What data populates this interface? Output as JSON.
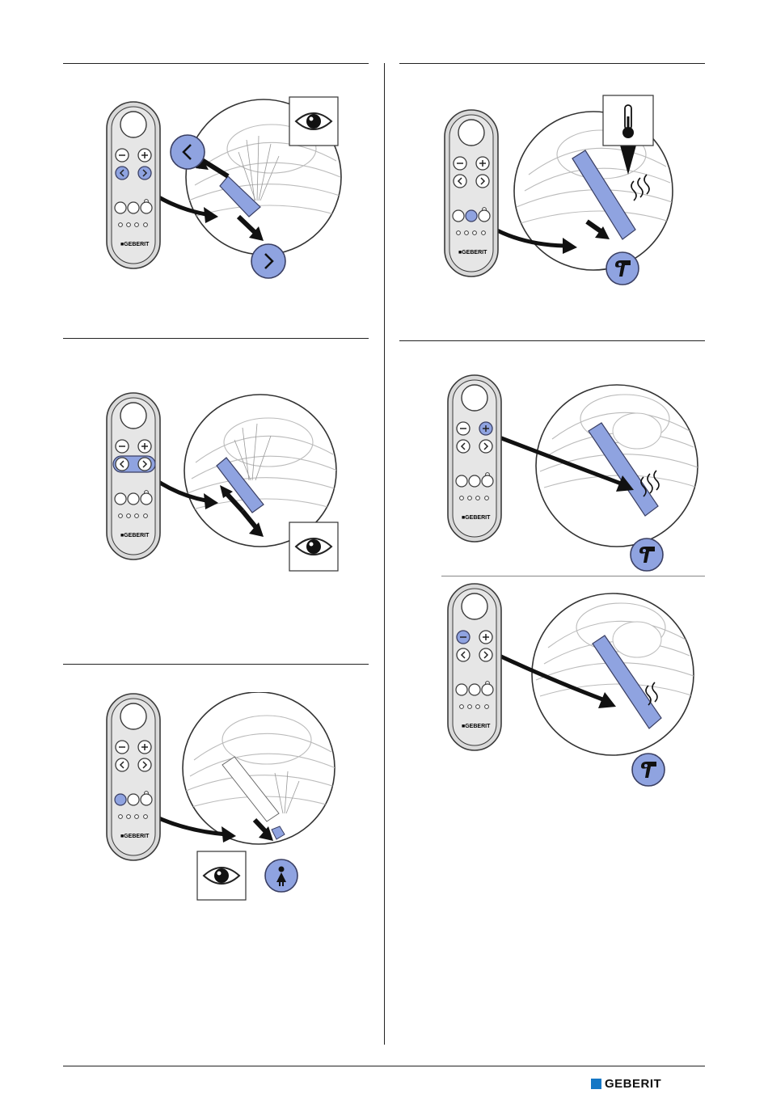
{
  "brand": {
    "name": "GEBERIT",
    "accent_color": "#1577c5"
  },
  "remote": {
    "brand_label": "■GEBERIT"
  },
  "colors": {
    "highlight": "#8fa3e0",
    "highlight_stroke": "#3a3f63",
    "outline": "#3a3a3a"
  },
  "panels": [
    {
      "id": "left-1",
      "description_icons": [
        "remote-control",
        "eye-icon",
        "nozzle-back-icon",
        "nozzle-forward-icon"
      ],
      "highlighted_buttons": [
        "back",
        "forward"
      ]
    },
    {
      "id": "left-2",
      "description_icons": [
        "remote-control",
        "eye-icon"
      ],
      "highlighted_buttons": [
        "back",
        "forward"
      ]
    },
    {
      "id": "left-3",
      "description_icons": [
        "remote-control",
        "eye-icon",
        "lady-shower-icon"
      ],
      "highlighted_buttons": [
        "lady-shower"
      ]
    },
    {
      "id": "right-1",
      "description_icons": [
        "remote-control",
        "thermometer-icon",
        "dryer-icon"
      ],
      "highlighted_buttons": [
        "dryer"
      ]
    },
    {
      "id": "right-2",
      "description_icons": [
        "remote-control",
        "dryer-icon"
      ],
      "highlighted_buttons": [
        "plus"
      ]
    },
    {
      "id": "right-3",
      "description_icons": [
        "remote-control",
        "dryer-icon"
      ],
      "highlighted_buttons": [
        "minus"
      ]
    }
  ]
}
